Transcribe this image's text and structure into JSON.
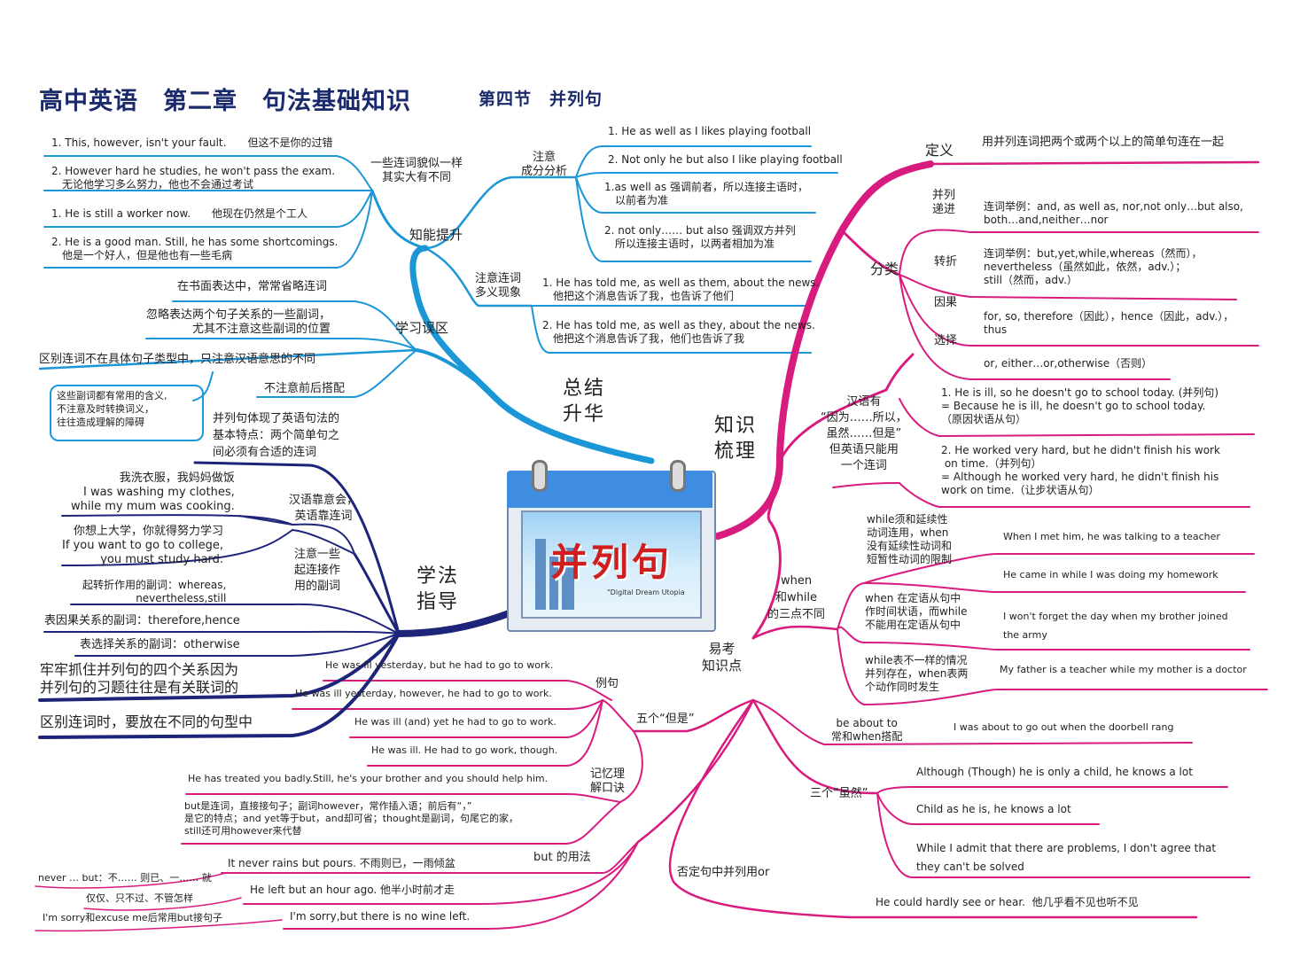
{
  "title": "高中英语　第二章　句法基础知识",
  "subtitle": "第四节　并列句",
  "center": "并列句",
  "center_caption": "\"Digital Dream Utopia",
  "colors": {
    "blue": "#1b96d6",
    "magenta": "#d81b7e",
    "navy": "#1d247a"
  },
  "branches": {
    "summary": "总结\n升华",
    "knowledge": "知识\n梳理",
    "method": "学法\n指导",
    "exam": "易考\n知识点"
  },
  "ability": {
    "label": "知能提升",
    "group1_label": "一些连词貌似一样\n其实大有不同",
    "group1_items": [
      "1. This, however, isn't your fault.　　但这不是你的过错",
      "2. However hard he studies, he won't pass the exam.\n　无论他学习多么努力，他也不会通过考试",
      "1. He is still a worker now.　　他现在仍然是个工人",
      "2. He is a good man. Still, he has some shortcomings.\n　他是一个好人，但是他也有一些毛病"
    ],
    "group2_label": "注意\n成分分析",
    "group2_items": [
      "1. He as well as I likes playing football",
      "2. Not only he but also I like playing football",
      "1.as well as 强调前者，所以连接主语时，\n　以前者为准",
      "2. not only…… but also 强调双方并列\n　所以连接主语时，以两者相加为准"
    ],
    "group3_label": "注意连词\n多义现象",
    "group3_items": [
      "1. He has told me, as well as them, about the news.\n　他把这个消息告诉了我，也告诉了他们",
      "2. He has told me, as well as they, about the news.\n　他把这个消息告诉了我，他们也告诉了我"
    ]
  },
  "mistakes": {
    "label": "学习误区",
    "items": [
      "在书面表达中，常常省略连词",
      "忽略表达两个句子关系的一些副词，\n尤其不注意这些副词的位置",
      "区别连词不在具体句子类型中，只注意汉语意思的不同",
      "不注意前后搭配"
    ],
    "note": "这些副词都有常用的含义,\n不注意及时转换词义，\n往往造成理解的障碍"
  },
  "method": {
    "intro": "并列句体现了英语句法的\n基本特点：两个简单句之\n间必须有合适的连词",
    "group1_label": "汉语靠意会，\n英语靠连词",
    "group1_items": [
      "我洗衣服，我妈妈做饭\nI was washing my clothes,\nwhile my mum was cooking.",
      "你想上大学，你就得努力学习\nIf you want to go to college,\nyou must study hard."
    ],
    "group2_label": "注意一些\n起连接作\n用的副词",
    "group2_items": [
      "起转折作用的副词：whereas,\nnevertheless,still",
      "表因果关系的副词：therefore,hence",
      "表选择关系的副词：otherwise"
    ],
    "tips": [
      "牢牢抓住并列句的四个关系因为\n并列句的习题往往是有关联词的",
      "区别连词时，要放在不同的句型中"
    ]
  },
  "knowledge": {
    "def_label": "定义",
    "def_text": "用并列连词把两个或两个以上的简单句连在一起",
    "class_label": "分类",
    "classes": [
      {
        "name": "并列\n递进",
        "text": "连词举例：and, as well as, nor,not only…but also,\nboth…and,neither…nor"
      },
      {
        "name": "转折",
        "text": "连词举例：but,yet,while,whereas（然而），\nnevertheless（虽然如此，依然，adv.）；\nstill（然而，adv.）"
      },
      {
        "name": "因果",
        "text": "for, so, therefore（因此），hence（因此，adv.），\nthus"
      },
      {
        "name": "选择",
        "text": "or, either…or,otherwise（否则）"
      }
    ],
    "chinese_label": "汉语有\n“因为……所以，\n虽然……但是”\n但英语只能用\n一个连词",
    "chinese_items": [
      "1. He is ill, so he doesn't go to school today. (并列句)\n= Because he is ill, he doesn't go to school today.\n（原因状语从句）",
      "2. He worked very hard, but he didn't finish his work\n on time.（并列句）\n= Although he worked very hard, he didn't finish his\nwork on time.（让步状语从句）"
    ]
  },
  "exam": {
    "when_label": "when\n和while\n的三点不同",
    "when_items": [
      {
        "rule": "while须和延续性\n动词连用，when\n没有延续性动词和\n短暂性动词的限制",
        "examples": [
          "When I met him, he was talking to a teacher",
          "He came in while I was doing my homework"
        ]
      },
      {
        "rule": "when 在定语从句中\n作时间状语，而while\n不能用在定语从句中",
        "examples": [
          "I won't forget the day when my brother joined\nthe army"
        ]
      },
      {
        "rule": "while表不一样的情况\n并列存在，when表两\n个动作同时发生",
        "examples": [
          "My father is a teacher while my mother is a doctor"
        ]
      }
    ],
    "be_about": "be about to\n常和when搭配",
    "be_about_example": "I was about to go out when the doorbell rang",
    "but_label": "五个“但是”",
    "example_label": "例句",
    "examples": [
      "He was ill yesterday, but he had to go to work.",
      "He was ill yesterday, however, he had to go to work.",
      "He was ill (and) yet he had to go to work.",
      "He was ill. He had to go work, though."
    ],
    "mnemonic_label": "记忆理\n解口诀",
    "mnemonic_items": [
      "He has treated you badly.Still, he's your brother and you should help him.",
      "but是连词，直接接句子；副词however，常作插入语；前后有“，”\n是它的特点；and yet等于but，and却可省；thought是副词，句尾它的家，\nstill还可用however来代替"
    ],
    "although_label": "三个“虽然”",
    "although_items": [
      "Although (Though) he is only a child, he knows a lot",
      "Child as he is, he knows a lot",
      "While I admit that there are problems, I don't agree that\nthey can't be solved"
    ],
    "butuse_label": "but 的用法",
    "butuse_items": [
      "It never rains but pours. 不雨则已，一雨倾盆",
      "He left but an hour ago. 他半小时前才走",
      "I'm sorry,but there is no wine left."
    ],
    "butuse_notes": [
      "never … but：不…… 则已、一…… 就",
      "仅仅、只不过、不管怎样",
      "I'm sorry和excuse me后常用but接句子"
    ],
    "or_label": "否定句中并列用or",
    "or_example": "He could hardly see or hear.  他几乎看不见也听不见"
  }
}
